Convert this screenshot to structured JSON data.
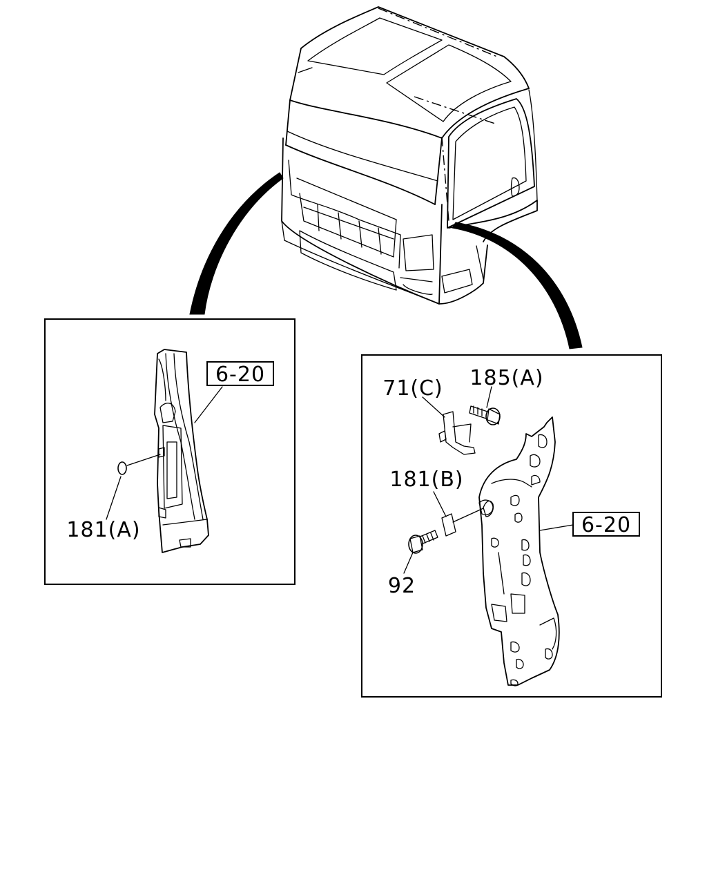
{
  "callouts": {
    "left_ref": "6-20",
    "left_part": "181(A)",
    "right_ref": "6-20",
    "clip": "71(C)",
    "bolt_upper": "185(A)",
    "pad": "181(B)",
    "bolt_lower": "92"
  }
}
